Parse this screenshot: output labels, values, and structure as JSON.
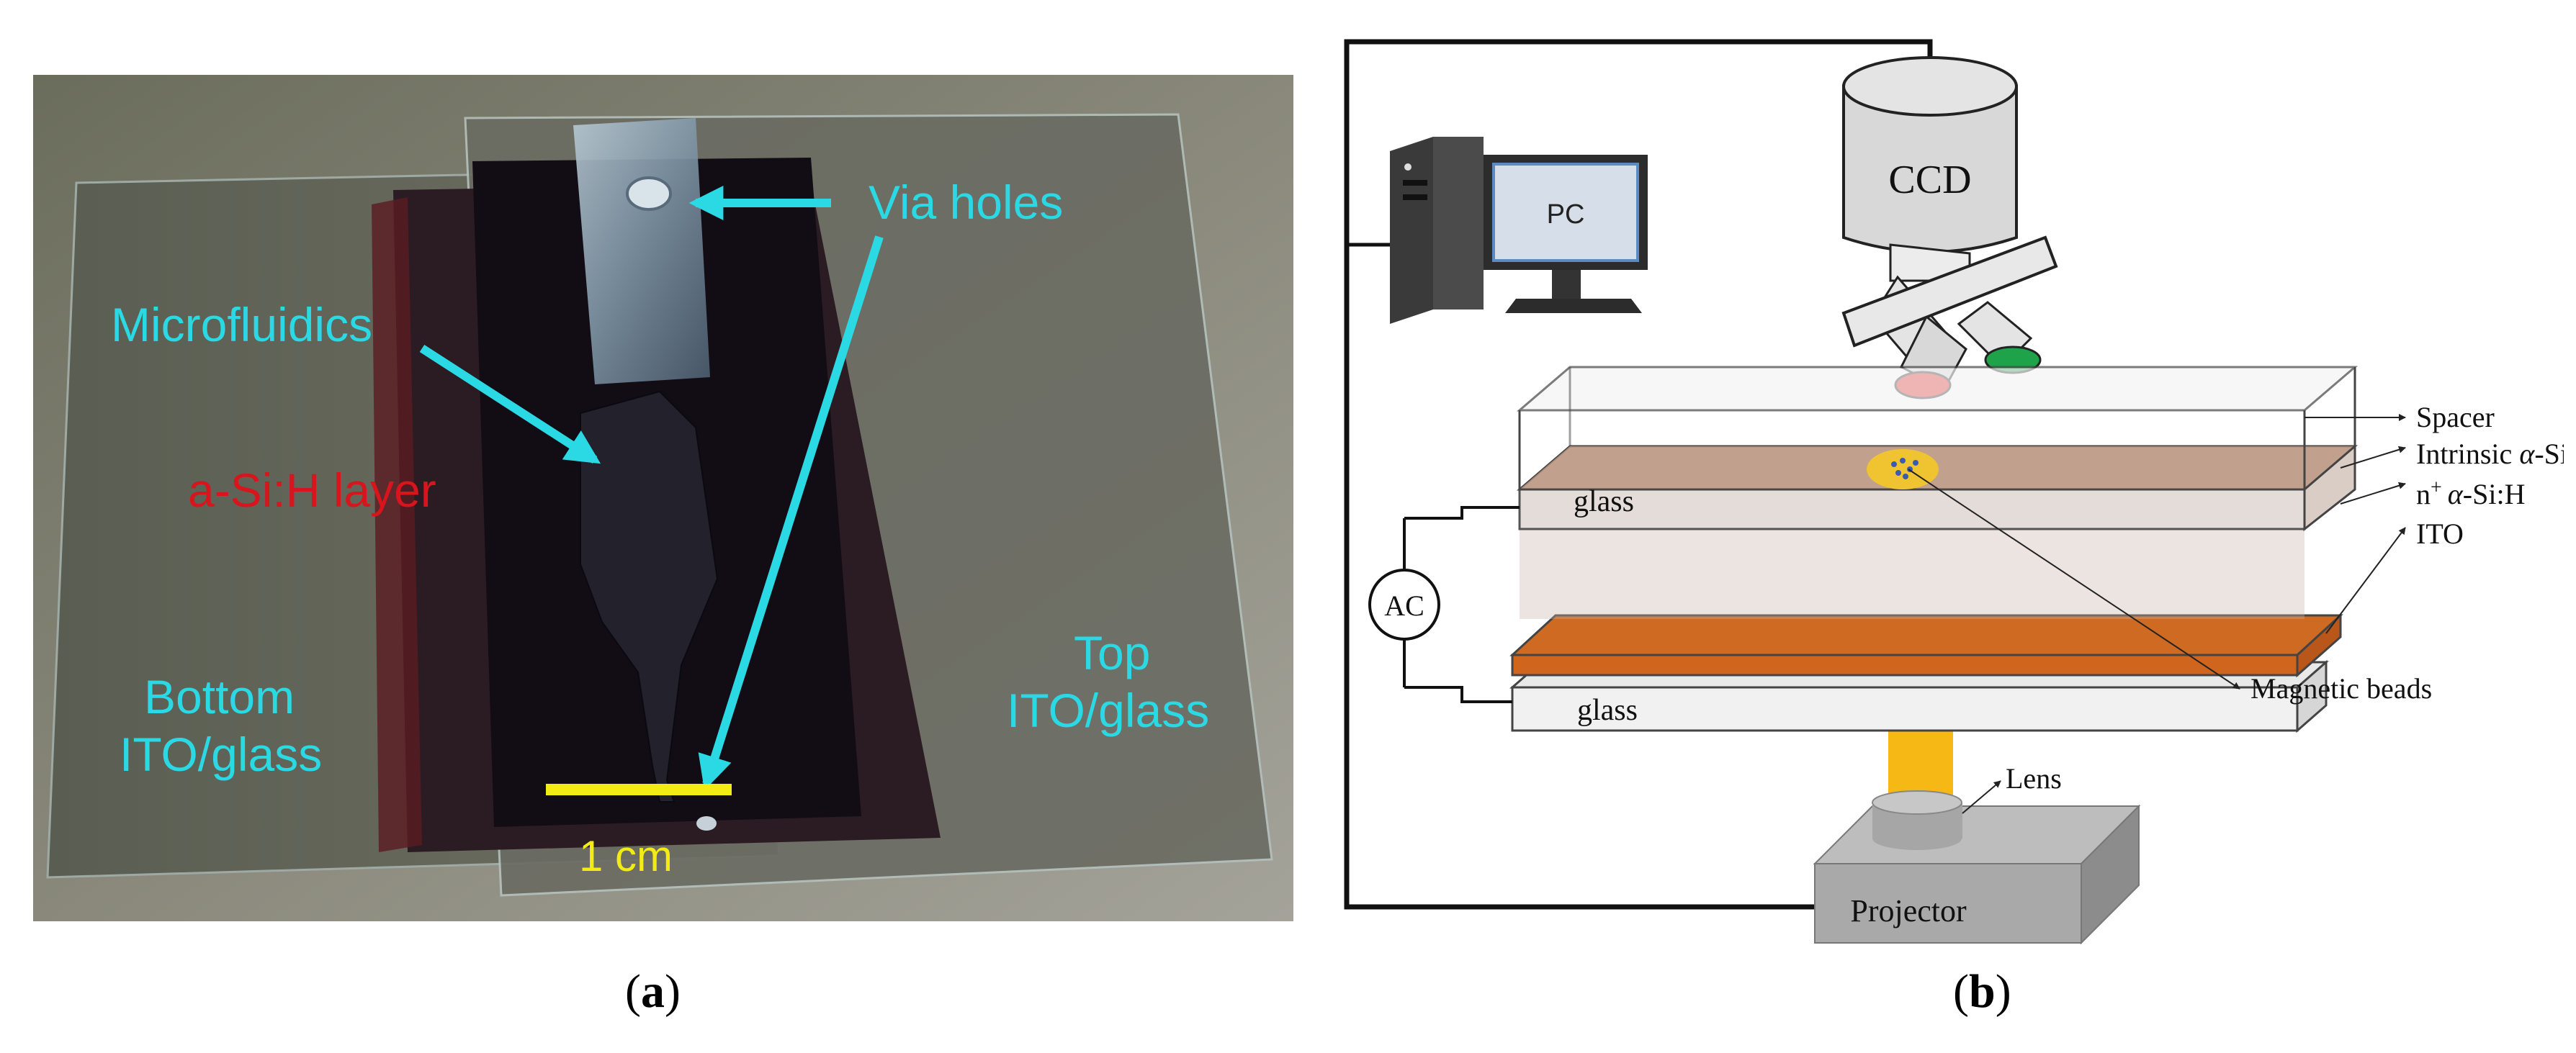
{
  "panel_a": {
    "caption": "a",
    "labels": {
      "via_holes": "Via holes",
      "microfluidics": "Microfluidics",
      "a_si_layer": "a-Si:H layer",
      "bottom_line1": "Bottom",
      "bottom_line2": "ITO/glass",
      "top_line1": "Top",
      "top_line2": "ITO/glass",
      "scale": "1 cm"
    }
  },
  "panel_b": {
    "caption": "b",
    "labels": {
      "pc": "PC",
      "ccd": "CCD",
      "spacer": "Spacer",
      "intrinsic_prefix": "Intrinsic ",
      "intrinsic_alpha": "α",
      "intrinsic_suffix": "-Si:H",
      "n_plus_base": "n",
      "n_plus_sup": "+",
      "n_plus_alpha": "α",
      "n_plus_suffix": "-Si:H",
      "ito": "ITO",
      "magnetic_beads": "Magnetic beads",
      "glass_top": "glass",
      "glass_bottom": "glass",
      "ac": "AC",
      "lens": "Lens",
      "projector": "Projector"
    }
  },
  "colors": {
    "label_cyan": "#2bd9e4",
    "label_red": "#d8141c",
    "scale_yellow": "#f2ec14",
    "silicon_brown": "#b8927c",
    "intrinsic_orange": "#d0651e",
    "light_beam": "#f6b814"
  }
}
